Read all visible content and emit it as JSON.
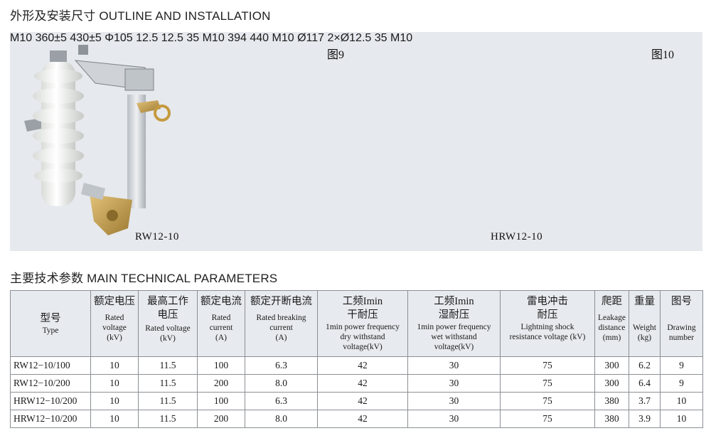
{
  "outline": {
    "title": "外形及安装尺寸 OUTLINE AND INSTALLATION",
    "fig9_label": "图9",
    "fig10_label": "图10",
    "model1": "RW12-10",
    "model2": "HRW12-10",
    "fig9_dims": {
      "width": "360±5",
      "height": "430±5",
      "bolt_top": "M10",
      "bolt_bottom": "M10",
      "dia": "Φ105",
      "slot_h": "12.5",
      "slot_w": "12.5",
      "slot_dist": "35"
    },
    "fig10_dims": {
      "width": "394",
      "height": "440",
      "bolt_top": "M10",
      "bolt_bottom": "M10",
      "dia": "Ø117",
      "holes": "2×Ø12.5",
      "hole_dist": "35"
    },
    "colors": {
      "panel": "#e6e9ed",
      "porcelain": "#f4f5f2",
      "polymer": "#7f8b96",
      "bronze": "#c9a55a",
      "steel": "#d2d6da"
    }
  },
  "params": {
    "title": "主要技术参数 MAIN TECHNICAL PARAMETERS",
    "headers": [
      {
        "cn": "型号",
        "en": "Type"
      },
      {
        "cn": "额定电压",
        "en": "Rated voltage (kV)"
      },
      {
        "cn": "最高工作电压",
        "en": "Rated voltage (kV)"
      },
      {
        "cn": "额定电流",
        "en": "Rated current (A)"
      },
      {
        "cn": "额定开断电流",
        "en": "Rated breaking current (A)"
      },
      {
        "cn": "工频Imin干耐压",
        "en": "1min power frequency dry withstand voltage(kV)"
      },
      {
        "cn": "工频Imin湿耐压",
        "en": "1min power frequency wet withstand voltage(kV)"
      },
      {
        "cn": "雷电冲击耐压",
        "en": "Lightning shock resistance voltage (kV)"
      },
      {
        "cn": "爬距",
        "en": "Leakage distance (mm)"
      },
      {
        "cn": "重量",
        "en": "Weight (kg)"
      },
      {
        "cn": "图号",
        "en": "Drawing number"
      }
    ],
    "rows": [
      [
        "RW12−10/100",
        "10",
        "11.5",
        "100",
        "6.3",
        "42",
        "30",
        "75",
        "300",
        "6.2",
        "9"
      ],
      [
        "RW12−10/200",
        "10",
        "11.5",
        "200",
        "8.0",
        "42",
        "30",
        "75",
        "300",
        "6.4",
        "9"
      ],
      [
        "HRW12−10/200",
        "10",
        "11.5",
        "100",
        "6.3",
        "42",
        "30",
        "75",
        "380",
        "3.7",
        "10"
      ],
      [
        "HRW12−10/200",
        "10",
        "11.5",
        "200",
        "8.0",
        "42",
        "30",
        "75",
        "380",
        "3.9",
        "10"
      ]
    ]
  }
}
